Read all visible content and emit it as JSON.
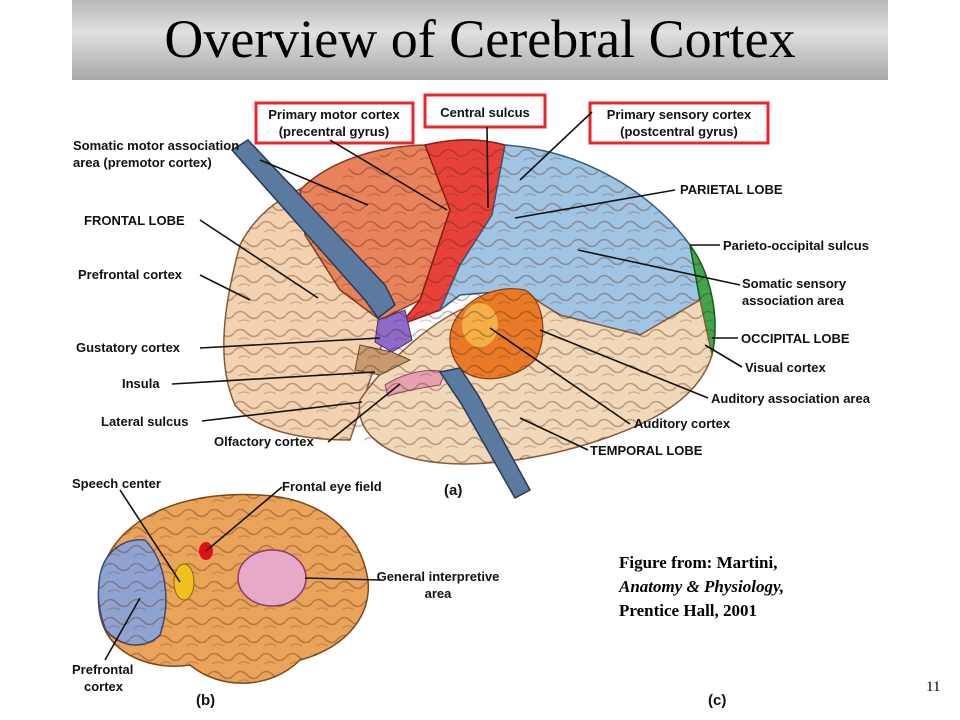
{
  "title": "Overview of Cerebral Cortex",
  "labels": {
    "primary_motor_1": "Primary motor cortex",
    "primary_motor_2": "(precentral gyrus)",
    "central_sulcus": "Central sulcus",
    "primary_sensory_1": "Primary sensory cortex",
    "primary_sensory_2": "(postcentral gyrus)",
    "somatic_motor_1": "Somatic motor association",
    "somatic_motor_2": "area (premotor cortex)",
    "frontal_lobe": "FRONTAL LOBE",
    "prefrontal_cortex": "Prefrontal cortex",
    "gustatory_cortex": "Gustatory cortex",
    "insula": "Insula",
    "lateral_sulcus": "Lateral sulcus",
    "olfactory_cortex": "Olfactory cortex",
    "parietal_lobe": "PARIETAL LOBE",
    "parieto_occipital": "Parieto-occipital sulcus",
    "somatic_sensory_1": "Somatic sensory",
    "somatic_sensory_2": "association area",
    "occipital_lobe": "OCCIPITAL LOBE",
    "visual_cortex": "Visual cortex",
    "auditory_association": "Auditory association area",
    "auditory_cortex": "Auditory cortex",
    "temporal_lobe": "TEMPORAL LOBE",
    "panel_a": "(a)",
    "speech_center": "Speech center",
    "frontal_eye_field": "Frontal eye field",
    "general_interpretive_1": "General interpretive",
    "general_interpretive_2": "area",
    "prefrontal_b_1": "Prefrontal",
    "prefrontal_b_2": "cortex",
    "panel_b": "(b)",
    "panel_c": "(c)"
  },
  "caption": {
    "line1": "Figure from: Martini,",
    "line2": "Anatomy & Physiology,",
    "line3": "Prentice Hall, 2001"
  },
  "page_number": "11",
  "colors": {
    "highlight_box": "#e8262b",
    "motor": "#e8413a",
    "premotor": "#e8825a",
    "sensory": "#9fc4e4",
    "occipital": "#3fa64a",
    "frontal": "#f2d2b0",
    "temporal": "#f0d8b8",
    "auditory": "#e87a28",
    "brain_b": "#eaa45a",
    "prefrontal_b": "#8fa3d0"
  }
}
